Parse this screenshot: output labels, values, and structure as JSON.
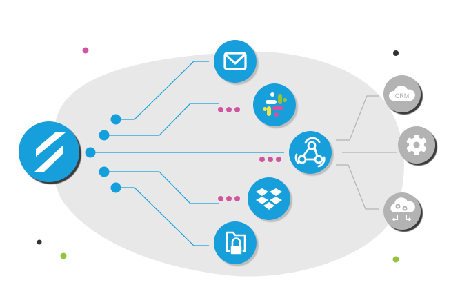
{
  "diagram": {
    "type": "integration-hub",
    "colors": {
      "blob": "#e8e8e8",
      "primary_blue": "#129fdb",
      "connector_line": "#129fdb",
      "gray_node": "#b3b3b3",
      "gray_line": "#b3b3b3",
      "ellipsis_dots": "#d0559e",
      "shadow": "#c8c8c8",
      "accent_pink": "#d0559e",
      "accent_green": "#95c23d",
      "accent_dark": "#333333",
      "icon_white": "#ffffff"
    },
    "source": {
      "name": "Platform logo",
      "icon": "double-slash-logo-icon"
    },
    "input_nodes": [
      {
        "name": "Email",
        "icon": "envelope-icon",
        "has_ellipsis": false
      },
      {
        "name": "Slack",
        "icon": "slack-icon",
        "has_ellipsis": true
      },
      {
        "name": "Webhook",
        "icon": "webhook-icon",
        "has_ellipsis": true
      },
      {
        "name": "Dropbox",
        "icon": "dropbox-icon",
        "has_ellipsis": true
      },
      {
        "name": "Secure folder",
        "icon": "locked-folder-icon",
        "has_ellipsis": false
      }
    ],
    "output_nodes": [
      {
        "name": "CRM",
        "icon": "crm-cloud-icon",
        "label": "CRM"
      },
      {
        "name": "Settings",
        "icon": "gear-icon"
      },
      {
        "name": "Cloud automation",
        "icon": "cloud-gears-sync-icon"
      }
    ],
    "ellipsis": "•••"
  }
}
